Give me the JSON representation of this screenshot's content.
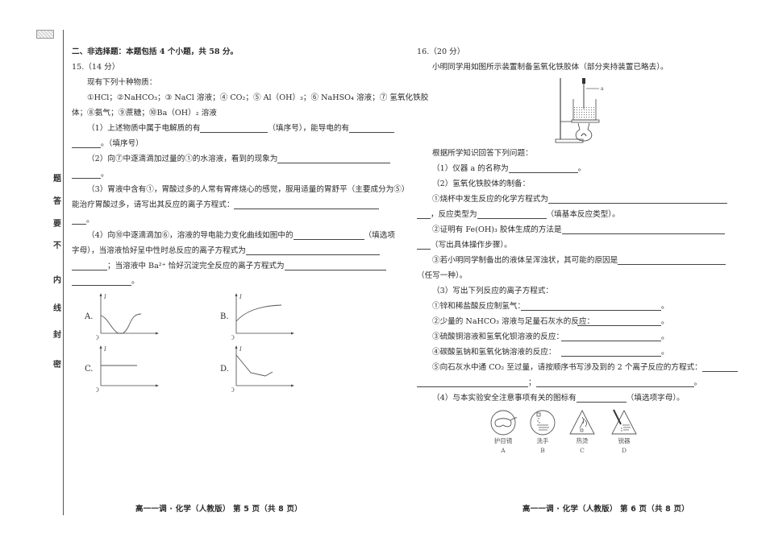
{
  "binding_margin": {
    "label_chars": [
      "题",
      "答",
      "要",
      "不",
      "内",
      "线",
      "封",
      "密"
    ]
  },
  "left_page": {
    "section_title": "二、非选择题：本题包括 4 个小题，共 58 分。",
    "q15": {
      "header": "15.（14 分）",
      "intro": "现有下列十种物质：",
      "substances_line1": "①HCl；②NaHCO₃；③ NaCl 溶液；④ CO₂；⑤ Al（OH）₃；⑥ NaHSO₄ 溶液；⑦ 氢氧化铁胶",
      "substances_line2": "体；⑧氨气；⑨蔗糖；⑩Ba（OH）₂ 溶液",
      "p1_a": "（1）上述物质中属于电解质的有",
      "p1_b": "（填序号），能导电的有",
      "p1_c": "。（填序号）",
      "p2": "（2）向⑦中逐滴滴加过量的①的水溶液，看到的现象为",
      "p2_end": "。",
      "p3_line1": "（3）胃液中含有①，胃酸过多的人常有胃疼烧心的感觉，服用适量的胃舒平（主要成分为⑤）",
      "p3_line2": "能治疗胃酸过多，请写出其反应的离子方程式：",
      "p3_end": "。",
      "p4_a": "（4）向⑩中逐滴滴加⑥，溶液的导电能力变化曲线如图中的",
      "p4_b": "（填选项",
      "p4_line2": "字母），当溶液恰好呈中性时总反应的离子方程式为",
      "p4_line3": "；当溶液中 Ba²⁺ 恰好沉淀完全反应的离子方程式为",
      "p4_end": "。",
      "graphs": [
        {
          "label": "A.",
          "axis_y": "I",
          "origin": "O",
          "shape": "dip-to-zero-then-rise"
        },
        {
          "label": "B.",
          "axis_y": "I",
          "origin": "O",
          "shape": "increasing-concave"
        },
        {
          "label": "C.",
          "axis_y": "I",
          "origin": "O",
          "shape": "constant"
        },
        {
          "label": "D.",
          "axis_y": "I",
          "origin": "O",
          "shape": "decrease-then-slight-rise"
        }
      ]
    },
    "footer": "高一一调 · 化学（人教版） 第 5 页（共 8 页）"
  },
  "right_page": {
    "q16": {
      "header": "16.（20 分）",
      "intro": "小明同学用如图所示装置制备氢氧化铁胶体（部分夹持装置已略去）。",
      "apparatus_label": "a",
      "prompt": "根据所学知识回答下列问题：",
      "p1_a": "（1）仪器 a 的名称为",
      "p1_end": "。",
      "p2": "（2）氢氧化铁胶体的制备：",
      "p2_1": "①烧杯中发生反应的化学方程式为",
      "p2_1_cont_a": "，反应类型为",
      "p2_1_cont_b": "（填基本反应类型）。",
      "p2_2": "②证明有 Fe(OH)₃ 胶体生成的方法是",
      "p2_2_cont": "（写出具体操作步骤）。",
      "p2_3": "③若小明同学制备出的液体呈浑浊状，其可能的原因是",
      "p2_3_cont": "（任写一种）。",
      "p3": "（3）写出下列反应的离子方程式：",
      "p3_items": [
        "①锌和稀盐酸反应制氢气：",
        "②少量的 NaHCO₃ 溶液与足量石灰水的反应：",
        "③硫酸铜溶液和氢氧化钡溶液的反应：",
        "④碳酸氢钠和氢氧化钠溶液的反应："
      ],
      "p3_end": "。",
      "p3_5": "⑤向石灰水中通 CO₂ 至过量，请按顺序书写涉及到的 2 个离子反应的方程式：",
      "p3_5_sep": "；",
      "p3_5_end": "。",
      "p4_a": "（4）与本实验安全注意事项有关的图标有",
      "p4_b": "（填选项字母）。",
      "icons": [
        {
          "name": "护目镜",
          "letter": "A"
        },
        {
          "name": "洗手",
          "letter": "B"
        },
        {
          "name": "热烫",
          "letter": "C"
        },
        {
          "name": "锐器",
          "letter": "D"
        }
      ]
    },
    "footer": "高一一调 · 化学（人教版） 第 6 页（共 8 页）"
  }
}
